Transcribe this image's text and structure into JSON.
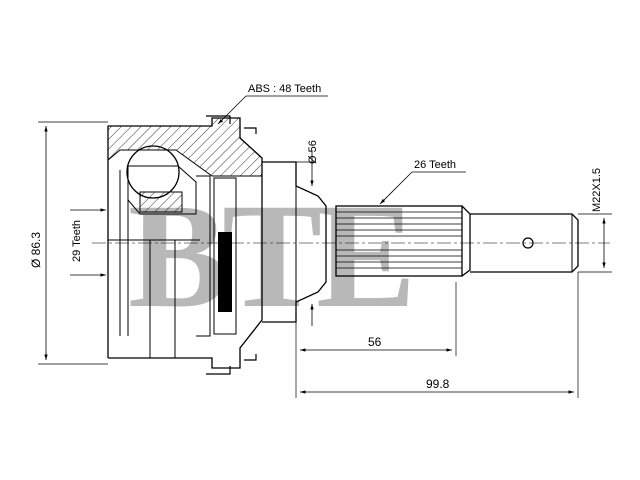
{
  "watermark": {
    "text": "BTE",
    "color": "#b8b8b8"
  },
  "labels": {
    "abs": "ABS : 48 Teeth",
    "outer_diameter": "Ø 86.3",
    "inner_teeth": "29 Teeth",
    "seal_diameter": "Ø 56",
    "spline_teeth": "26 Teeth",
    "thread": "M22X1.5",
    "length_spline": "56",
    "length_total": "99.8"
  },
  "colors": {
    "line": "#000000",
    "background": "#ffffff",
    "hatch": "#000000"
  }
}
